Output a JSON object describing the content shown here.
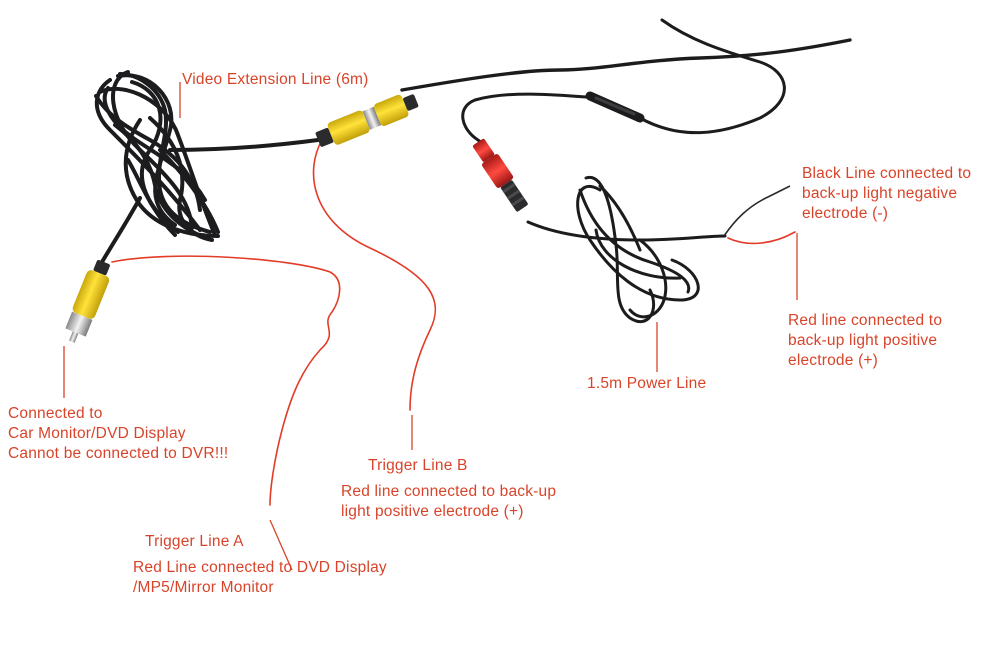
{
  "colors": {
    "annotation_text": "#d8442a",
    "pointer_line": "#d8442a",
    "cable_black": "#1c1c1e",
    "connector_yellow": "#f3d21c",
    "connector_red": "#e8302c",
    "trigger_wire_red": "#e23b28",
    "background": "#ffffff"
  },
  "labels": {
    "video_extension": "Video Extension Line (6m)",
    "black_line": [
      "Black Line connected to",
      "back-up light negative",
      "electrode (-)"
    ],
    "red_line_right": [
      "Red line connected to",
      "back-up light positive",
      "electrode (+)"
    ],
    "power_line": "1.5m Power Line",
    "connected_to": [
      "Connected to",
      "Car Monitor/DVD Display",
      "Cannot be connected to DVR!!!"
    ],
    "trigger_b_title": "Trigger Line B",
    "trigger_b_desc": [
      "Red line connected to back-up",
      "light positive electrode (+)"
    ],
    "trigger_a_title": "Trigger Line A",
    "trigger_a_desc": [
      "Red Line connected to DVD Display",
      "/MP5/Mirror Monitor"
    ]
  },
  "objects": [
    "coiled-black-video-cable-icon",
    "yellow-rca-plug-icon",
    "yellow-rca-coupler-icon",
    "red-power-connector-icon",
    "coiled-power-cable-icon",
    "inline-cable-junction-icon"
  ]
}
